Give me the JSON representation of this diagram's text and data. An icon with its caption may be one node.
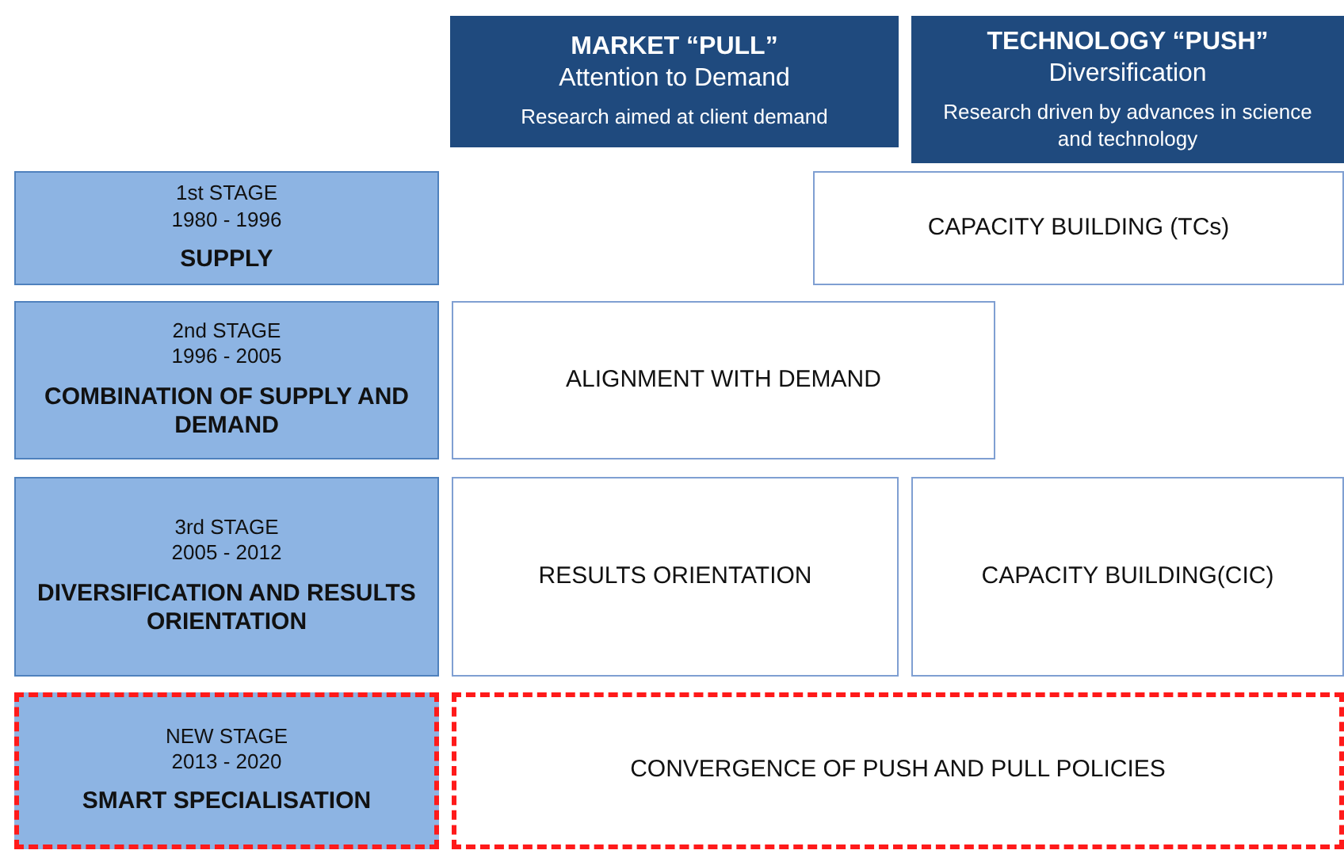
{
  "diagram": {
    "nodes": [
      {
        "text": [
          "MARKET “PULL”",
          "Attention to Demand",
          "Research aimed at client demand"
        ]
      },
      {
        "text": [
          "TECHNOLOGY “PUSH”",
          "Diversification",
          "Research driven by advances in science and technology"
        ]
      },
      {
        "text": [
          "1st STAGE",
          "1980 - 1996",
          "SUPPLY"
        ]
      },
      {
        "text": [
          "CAPACITY BUILDING (TCs)"
        ]
      },
      {
        "text": [
          "2nd STAGE",
          "1996 - 2005",
          "COMBINATION OF SUPPLY AND DEMAND"
        ]
      },
      {
        "text": [
          "ALIGNMENT WITH DEMAND"
        ]
      },
      {
        "text": [
          "3rd STAGE",
          "2005 - 2012",
          "DIVERSIFICATION AND RESULTS ORIENTATION"
        ]
      },
      {
        "text": [
          "RESULTS ORIENTATION"
        ]
      },
      {
        "text": [
          "CAPACITY BUILDING(CIC)"
        ]
      },
      {
        "text": [
          "NEW STAGE",
          "2013 - 2020",
          "SMART SPECIALISATION"
        ]
      },
      {
        "text": [
          "CONVERGENCE OF PUSH AND PULL POLICIES"
        ]
      }
    ]
  }
}
